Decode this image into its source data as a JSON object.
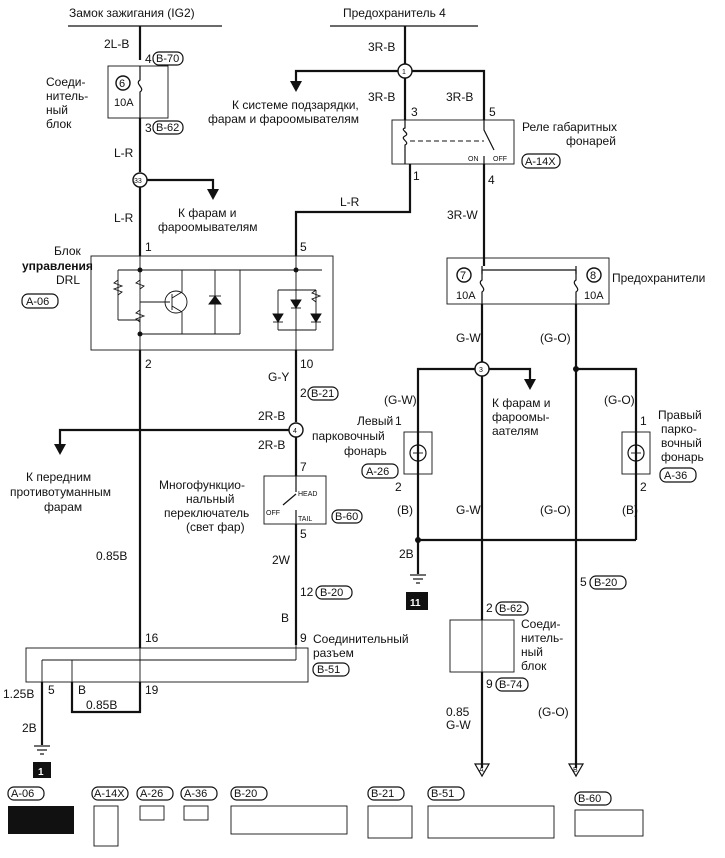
{
  "header": {
    "ignition_source": "Замок зажигания (IG2)",
    "fuse_source": "Предохранитель 4"
  },
  "wire_colors": {
    "w_2LB": "2L-B",
    "w_3RB_top": "3R-B",
    "w_3RB_left": "3R-B",
    "w_3RB_right": "3R-B",
    "w_LR_1": "L-R",
    "w_LR_2": "L-R",
    "w_LR_3": "L-R",
    "w_3RW": "3R-W",
    "w_GW_1": "G-W",
    "w_GO_1": "(G-O)",
    "w_GW_left": "(G-W)",
    "w_GO_right": "(G-O)",
    "w_B_left": "(B)",
    "w_GW_2": "G-W",
    "w_GO_2": "(G-O)",
    "w_B_right": "(B)",
    "w_2B_mid": "2B",
    "w_GY": "G-Y",
    "w_2RB_1": "2R-B",
    "w_2RB_2": "2R-B",
    "w_085B": "0.85B",
    "w_2W": "2W",
    "w_B_mid": "B",
    "w_125B": "1.25B",
    "w_B_small": "B",
    "w_085B_2": "0.85B",
    "w_2B_left": "2B",
    "w_085_num": "0.85",
    "w_085_col": "G-W",
    "w_GO_bottom": "(G-O)"
  },
  "components": {
    "joint_block_1": {
      "label_1": "Соеди-",
      "label_2": "нитель-",
      "label_3": "ный",
      "label_4": "блок",
      "fuse_num": "6",
      "fuse_amp": "10A"
    },
    "drl_unit": {
      "label_1": "Блок",
      "label_2": "управления",
      "label_3": "DRL",
      "connector": "A-06"
    },
    "relay": {
      "label_1": "Реле габаритных",
      "label_2": "фонарей",
      "connector": "A-14X",
      "on": "ON",
      "off": "OFF"
    },
    "fuses": {
      "label": "Предохранители",
      "fuse_a": "7",
      "fuse_b": "8",
      "amp_a": "10A",
      "amp_b": "10A"
    },
    "left_lamp": {
      "label_1": "Левый",
      "label_2": "парковочный",
      "label_3": "фонарь",
      "connector": "A-26"
    },
    "right_lamp": {
      "label_1": "Правый",
      "label_2": "парко-",
      "label_3": "вочный",
      "label_4": "фонарь",
      "connector": "A-36"
    },
    "multi_switch": {
      "label_1": "Многофункцио-",
      "label_2": "нальный",
      "label_3": "переключатель",
      "label_4": "(свет фар)",
      "connector": "B-60",
      "head": "HEAD",
      "off": "OFF",
      "tail": "TAIL"
    },
    "joint_connector": {
      "label_1": "Соединительный",
      "label_2": "разъем",
      "connector": "B-51"
    },
    "joint_block_2": {
      "label_1": "Соеди-",
      "label_2": "нитель-",
      "label_3": "ный",
      "label_4": "блок"
    }
  },
  "annotations": {
    "to_charging_1": "К системе подзарядки,",
    "to_charging_2": "фарам и фароомывателям",
    "to_headlamps_1": "К фарам и",
    "to_headlamps_2": "фароомывателям",
    "to_headlamps_r_1": "К фарам и",
    "to_headlamps_r_2": "фароомы-",
    "to_headlamps_r_3": "аателям",
    "to_fog_1": "К передним",
    "to_fog_2": "противотуманным",
    "to_fog_3": "фарам"
  },
  "pins": {
    "p4_top": "4",
    "p3_jb": "3",
    "p3_relay": "3",
    "p5_relay": "5",
    "p1_relay": "1",
    "p4_relay": "4",
    "p1_drl": "1",
    "p5_drl": "5",
    "p2_drl": "2",
    "p10_drl": "10",
    "p2_b21": "2",
    "p1_lamp_l": "1",
    "p2_lamp_l": "2",
    "p1_lamp_r": "1",
    "p2_lamp_r": "2",
    "p7_sw": "7",
    "p5_sw": "5",
    "p12_b20": "12",
    "p16": "16",
    "p9": "9",
    "p5_jc": "5",
    "p19": "19",
    "p2_b62": "2",
    "p9_b74": "9",
    "p5_b20": "5"
  },
  "connectors": {
    "B70": "B-70",
    "B62": "B-62",
    "B62b": "B-62",
    "B21": "B-21",
    "B20": "B-20",
    "B20b": "B-20",
    "B74": "B-74"
  },
  "nodes": {
    "n1": "1",
    "n33": "33",
    "n3": "3",
    "n4": "4"
  },
  "ground": {
    "g_mid": "11",
    "g_left": "1"
  },
  "arrows": {
    "a": "A",
    "b": "B"
  },
  "connector_legend": {
    "c1": "A-06",
    "c2": "A-14X",
    "c3": "A-26",
    "c4": "A-36",
    "c5": "B-20",
    "c6": "B-21",
    "c7": "B-51",
    "c8": "B-60"
  }
}
